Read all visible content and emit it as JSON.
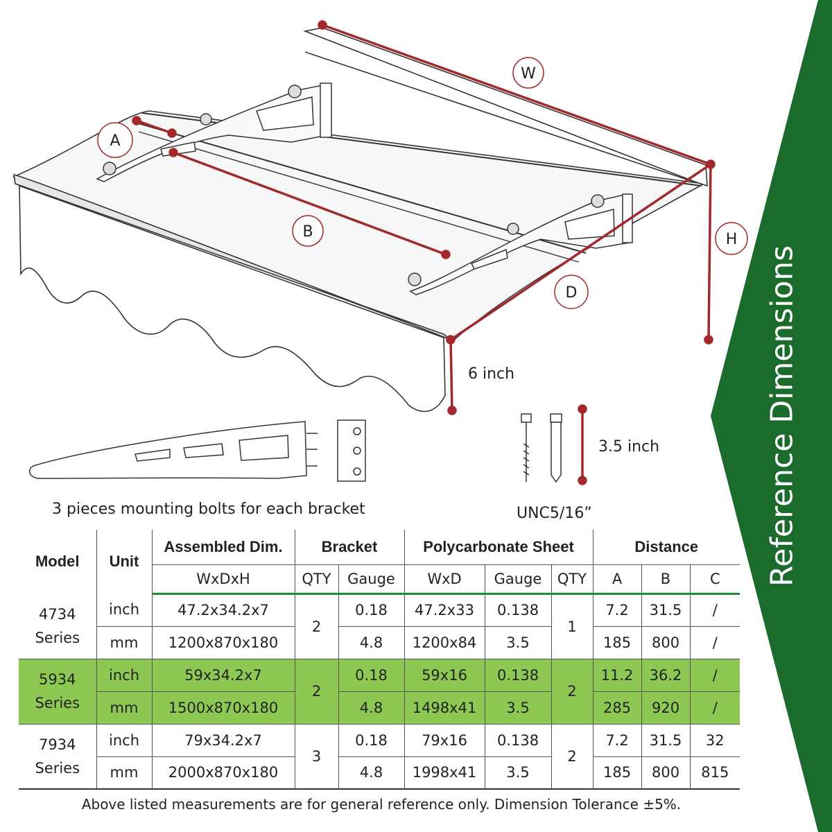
{
  "diagram": {
    "labels": {
      "w": "W",
      "a": "A",
      "b": "B",
      "d": "D",
      "h": "H"
    },
    "height_note": "6 inch",
    "bolt_length": "3.5 inch",
    "bracket_caption": "3 pieces mounting bolts for each bracket",
    "bolt_caption": "UNC5/16”",
    "line_color": "#a3282b"
  },
  "banner": {
    "title": "Reference Dimensions",
    "color": "#1a6b2c"
  },
  "table": {
    "headers": {
      "model": "Model",
      "unit": "Unit",
      "assembled": "Assembled Dim.",
      "bracket": "Bracket",
      "sheet": "Polycarbonate Sheet",
      "distance": "Distance"
    },
    "subheaders": {
      "wxdxh": "WxDxH",
      "bracket_qty": "QTY",
      "bracket_gauge": "Gauge",
      "wxd": "WxD",
      "sheet_gauge": "Gauge",
      "sheet_qty": "QTY",
      "a": "A",
      "b": "B",
      "c": "C"
    },
    "rows": [
      {
        "model": "4734\nSeries",
        "bracket_qty": "2",
        "sheet_qty": "1",
        "inch": {
          "unit": "inch",
          "dim": "47.2x34.2x7",
          "gauge": "0.18",
          "wxd": "47.2x33",
          "sheet_gauge": "0.138",
          "a": "7.2",
          "b": "31.5",
          "c": "/"
        },
        "mm": {
          "unit": "mm",
          "dim": "1200x870x180",
          "gauge": "4.8",
          "wxd": "1200x84",
          "sheet_gauge": "3.5",
          "a": "185",
          "b": "800",
          "c": "/"
        }
      },
      {
        "model": "5934\nSeries",
        "bracket_qty": "2",
        "sheet_qty": "2",
        "inch": {
          "unit": "inch",
          "dim": "59x34.2x7",
          "gauge": "0.18",
          "wxd": "59x16",
          "sheet_gauge": "0.138",
          "a": "11.2",
          "b": "36.2",
          "c": "/"
        },
        "mm": {
          "unit": "mm",
          "dim": "1500x870x180",
          "gauge": "4.8",
          "wxd": "1498x41",
          "sheet_gauge": "3.5",
          "a": "285",
          "b": "920",
          "c": "/"
        }
      },
      {
        "model": "7934\nSeries",
        "bracket_qty": "3",
        "sheet_qty": "2",
        "inch": {
          "unit": "inch",
          "dim": "79x34.2x7",
          "gauge": "0.18",
          "wxd": "79x16",
          "sheet_gauge": "0.138",
          "a": "7.2",
          "b": "31.5",
          "c": "32"
        },
        "mm": {
          "unit": "mm",
          "dim": "2000x870x180",
          "gauge": "4.8",
          "wxd": "1998x41",
          "sheet_gauge": "3.5",
          "a": "185",
          "b": "800",
          "c": "815"
        }
      }
    ],
    "highlight_color": "#8cc852"
  },
  "footnote": "Above listed measurements are for general reference only. Dimension Tolerance ±5%."
}
